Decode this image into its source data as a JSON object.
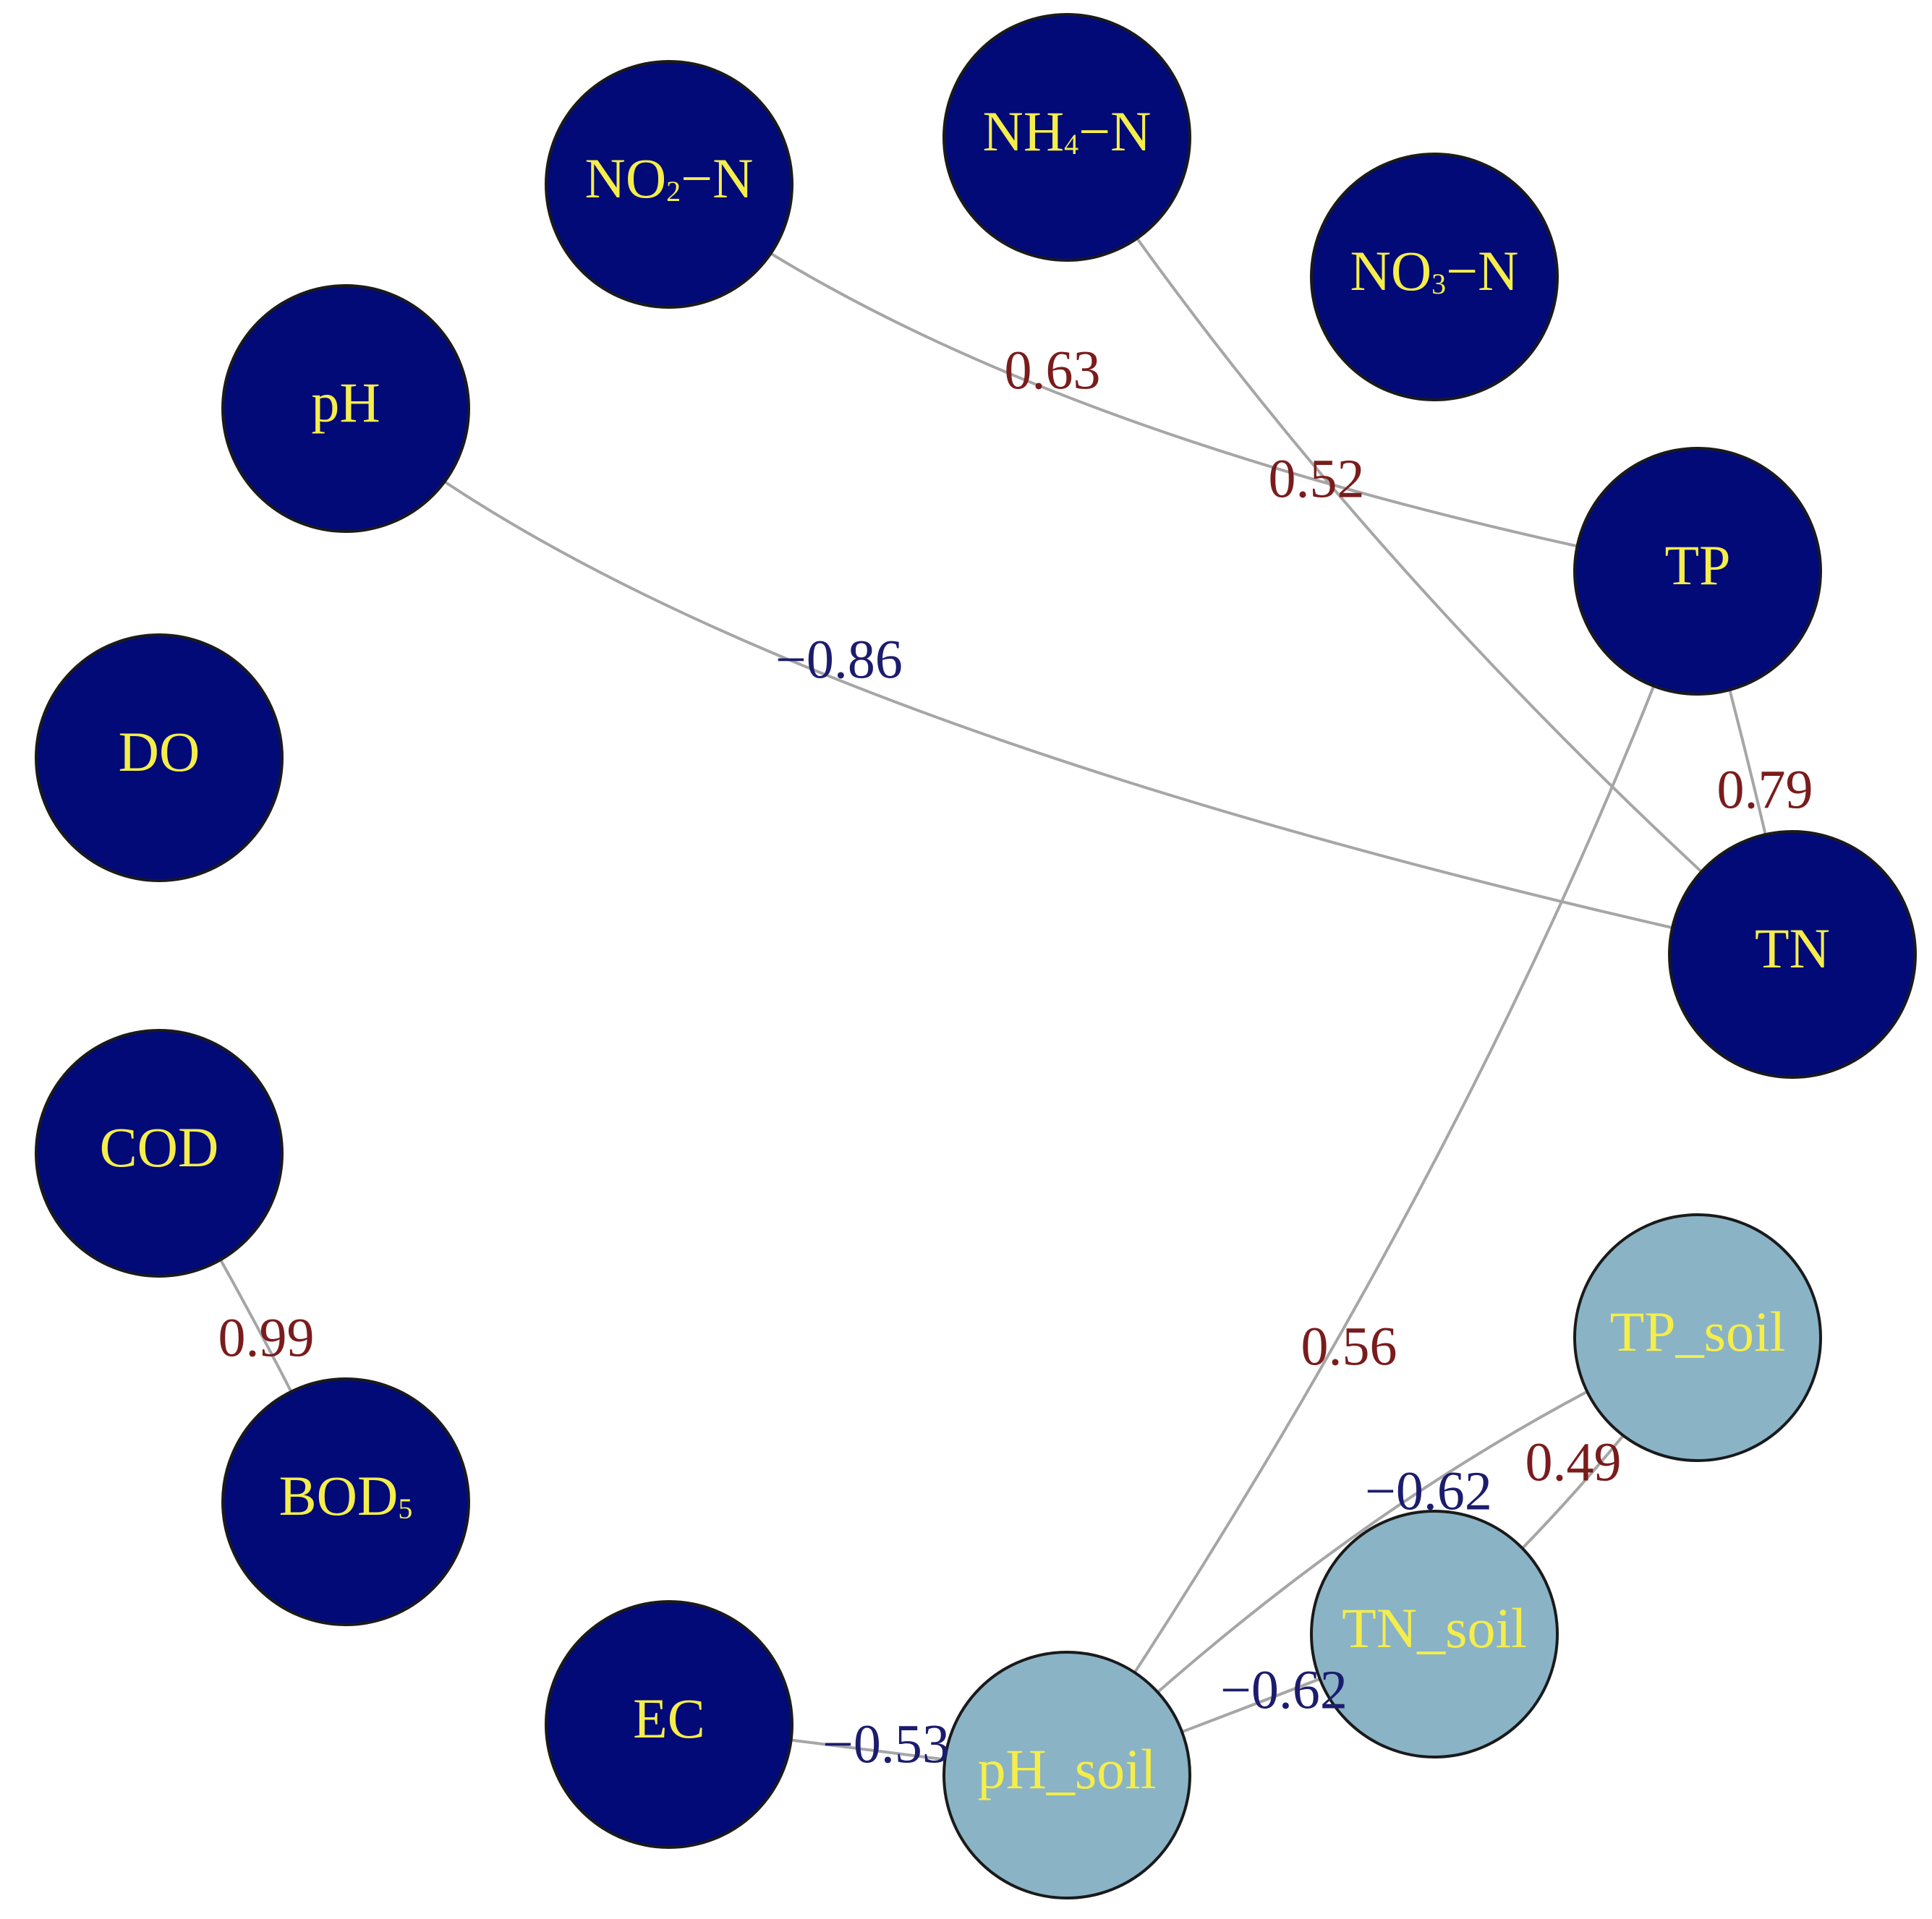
{
  "colors": {
    "water_node": "#020a78",
    "soil_node": "#8ab3c6",
    "label_text": "#f5ee4a",
    "positive_weight": "#7a1c1c",
    "negative_weight": "#1c1c6e",
    "edge": "#a6a6a6"
  },
  "nodes": [
    {
      "id": "NO2-N",
      "label": "NO",
      "sub": "2",
      "suffix": "−N",
      "group": "water"
    },
    {
      "id": "NH4-N",
      "label": "NH",
      "sub": "4",
      "suffix": "−N",
      "group": "water"
    },
    {
      "id": "NO3-N",
      "label": "NO",
      "sub": "3",
      "suffix": "−N",
      "group": "water"
    },
    {
      "id": "pH",
      "label": "pH",
      "sub": "",
      "suffix": "",
      "group": "water"
    },
    {
      "id": "TP",
      "label": "TP",
      "sub": "",
      "suffix": "",
      "group": "water"
    },
    {
      "id": "DO",
      "label": "DO",
      "sub": "",
      "suffix": "",
      "group": "water"
    },
    {
      "id": "TN",
      "label": "TN",
      "sub": "",
      "suffix": "",
      "group": "water"
    },
    {
      "id": "COD",
      "label": "COD",
      "sub": "",
      "suffix": "",
      "group": "water"
    },
    {
      "id": "BOD5",
      "label": "BOD",
      "sub": "5",
      "suffix": "",
      "group": "water"
    },
    {
      "id": "EC",
      "label": "EC",
      "sub": "",
      "suffix": "",
      "group": "water"
    },
    {
      "id": "TP_soil",
      "label": "TP_soil",
      "sub": "",
      "suffix": "",
      "group": "soil"
    },
    {
      "id": "TN_soil",
      "label": "TN_soil",
      "sub": "",
      "suffix": "",
      "group": "soil"
    },
    {
      "id": "pH_soil",
      "label": "pH_soil",
      "sub": "",
      "suffix": "",
      "group": "soil"
    }
  ],
  "edges": [
    {
      "source": "NO2-N",
      "target": "TP",
      "weight": "0.63",
      "sign": "positive"
    },
    {
      "source": "NH4-N",
      "target": "TN",
      "weight": "0.52",
      "sign": "positive"
    },
    {
      "source": "pH",
      "target": "TN",
      "weight": "−0.86",
      "sign": "negative"
    },
    {
      "source": "TP",
      "target": "TN",
      "weight": "0.79",
      "sign": "positive"
    },
    {
      "source": "TP",
      "target": "pH_soil",
      "weight": "0.56",
      "sign": "positive"
    },
    {
      "source": "COD",
      "target": "BOD5",
      "weight": "0.99",
      "sign": "positive"
    },
    {
      "source": "TP_soil",
      "target": "pH_soil",
      "weight": "−0.62",
      "sign": "negative"
    },
    {
      "source": "TP_soil",
      "target": "TN_soil",
      "weight": "0.49",
      "sign": "positive"
    },
    {
      "source": "TN_soil",
      "target": "pH_soil",
      "weight": "−0.62",
      "sign": "negative"
    },
    {
      "source": "EC",
      "target": "pH_soil",
      "weight": "−0.53",
      "sign": "negative"
    }
  ]
}
